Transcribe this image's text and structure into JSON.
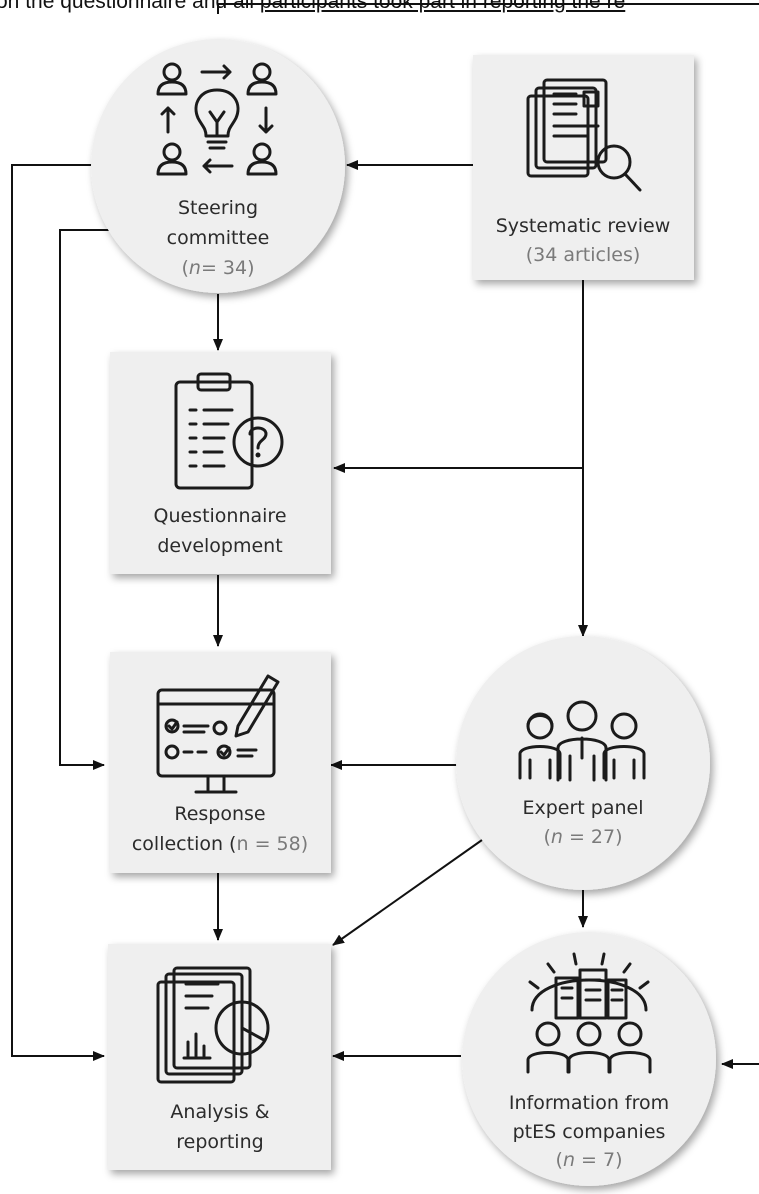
{
  "caption": {
    "text_left": "on the questionnaire and all ",
    "text_underlined": "participants took part in reporting the re"
  },
  "nodes": {
    "steering_committee": {
      "line1": "Steering",
      "line2": "committee",
      "count_prefix": "n",
      "count_value": "= 34",
      "count_open": "(",
      "count_close": ")"
    },
    "systematic_review": {
      "line1": "Systematic review",
      "line2": "(34 articles)"
    },
    "questionnaire_development": {
      "line1": "Questionnaire",
      "line2": "development"
    },
    "response_collection": {
      "line1": "Response",
      "line2_text": "collection (",
      "count_prefix": "n",
      "count_value": " = 58)"
    },
    "expert_panel": {
      "line1": "Expert panel",
      "count_open": "(",
      "count_prefix": "n",
      "count_value": " = 27)"
    },
    "analysis_reporting": {
      "line1": "Analysis &",
      "line2": "reporting"
    },
    "pte_companies": {
      "line1": "Information from",
      "line2": "ptES companies",
      "count_open": "(",
      "count_prefix": "n",
      "count_value": " = 7)"
    }
  },
  "icons": {
    "steering_committee": "people-cycle-lightbulb-icon",
    "systematic_review": "documents-magnifier-icon",
    "questionnaire_development": "clipboard-question-icon",
    "response_collection": "monitor-checklist-pencil-icon",
    "expert_panel": "team-people-icon",
    "analysis_reporting": "report-chart-icon",
    "pte_companies": "company-people-icon"
  },
  "colors": {
    "node_fill": "#efefef",
    "line": "#111111",
    "label": "#2b2b2b",
    "count_text": "#7a7a7a"
  }
}
